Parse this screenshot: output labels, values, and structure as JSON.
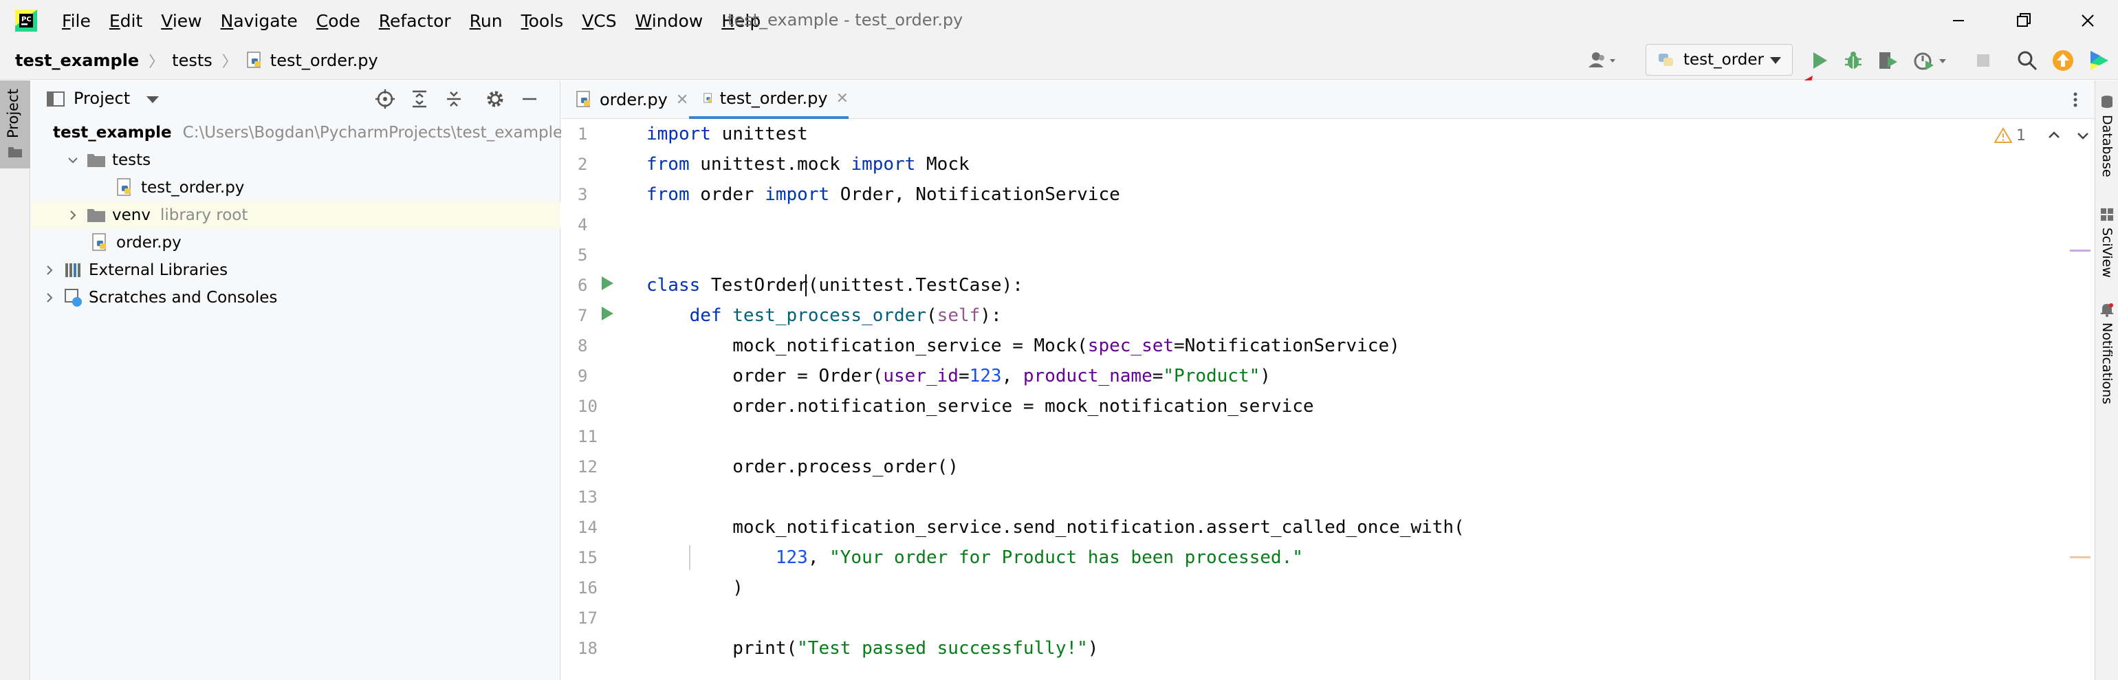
{
  "menu": [
    "File",
    "Edit",
    "View",
    "Navigate",
    "Code",
    "Refactor",
    "Run",
    "Tools",
    "VCS",
    "Window",
    "Help"
  ],
  "window_title": "test_example - test_order.py",
  "breadcrumb": {
    "project": "test_example",
    "folder": "tests",
    "file": "test_order.py"
  },
  "run_config": "test_order",
  "left_stripe": {
    "project_tab": "Project"
  },
  "project_panel": {
    "title": "Project",
    "tree": [
      {
        "label": "test_example",
        "hint": "C:\\Users\\Bogdan\\PycharmProjects\\test_example"
      },
      {
        "label": "tests",
        "hint": ""
      },
      {
        "label": "test_order.py",
        "hint": ""
      },
      {
        "label": "venv",
        "hint": "library root"
      },
      {
        "label": "order.py",
        "hint": ""
      },
      {
        "label": "External Libraries",
        "hint": ""
      },
      {
        "label": "Scratches and Consoles",
        "hint": ""
      }
    ]
  },
  "editor": {
    "tabs": [
      {
        "label": "order.py",
        "active": false
      },
      {
        "label": "test_order.py",
        "active": true
      }
    ],
    "line_numbers": [
      "1",
      "2",
      "3",
      "4",
      "5",
      "6",
      "7",
      "8",
      "9",
      "10",
      "11",
      "12",
      "13",
      "14",
      "15",
      "16",
      "17",
      "18"
    ],
    "code": {
      "l1_kw": "import",
      "l1_rest": " unittest",
      "l2_kw1": "from",
      "l2_mid": " unittest.mock ",
      "l2_kw2": "import",
      "l2_rest": " Mock",
      "l3_kw1": "from",
      "l3_mid": " order ",
      "l3_kw2": "import",
      "l3_rest": " Order, NotificationService",
      "l6_kw": "class",
      "l6_rest": " TestOrder(unittest.TestCase):",
      "l7_indent": "    ",
      "l7_kw": "def",
      "l7_sp": " ",
      "l7_fn": "test_process_order",
      "l7_open": "(",
      "l7_self": "self",
      "l7_close": "):",
      "l8_a": "        mock_notification_service = Mock(",
      "l8_p": "spec_set",
      "l8_b": "=NotificationService)",
      "l9_a": "        order = Order(",
      "l9_p1": "user_id",
      "l9_eq1": "=",
      "l9_n": "123",
      "l9_c": ", ",
      "l9_p2": "product_name",
      "l9_eq2": "=",
      "l9_s": "\"Product\"",
      "l9_e": ")",
      "l10": "        order.notification_service = mock_notification_service",
      "l12": "        order.process_order()",
      "l14": "        mock_notification_service.send_notification.assert_called_once_with(",
      "l15_indent": "            ",
      "l15_n": "123",
      "l15_c": ", ",
      "l15_s": "\"Your order for Product has been processed.\"",
      "l16": "        )",
      "l18_a": "        print(",
      "l18_s": "\"Test passed successfully!\"",
      "l18_e": ")"
    }
  },
  "inspection": {
    "warnings": "1"
  },
  "right_stripe": [
    "Database",
    "SciView",
    "Notifications"
  ],
  "colors": {
    "keyword": "#0033b3",
    "function": "#00627a",
    "self": "#94558d",
    "param": "#660099",
    "number": "#1750eb",
    "string": "#067d17",
    "run_green": "#59a869",
    "tab_underline": "#4083c9",
    "annotation_arrow": "#e31b23"
  }
}
